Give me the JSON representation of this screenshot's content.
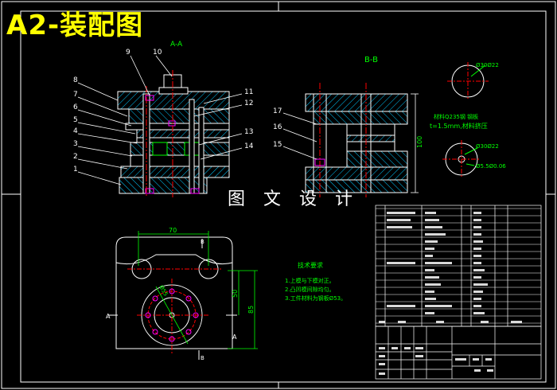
{
  "title": "A2-装配图",
  "watermark": "图 文 设 计",
  "section_labels": {
    "aa": "A-A",
    "bb": "B-B"
  },
  "part_callouts": [
    "1",
    "2",
    "3",
    "4",
    "5",
    "6",
    "7",
    "8",
    "9",
    "10",
    "11",
    "12",
    "13",
    "14",
    "15",
    "16",
    "17"
  ],
  "material_note": {
    "line1": "材料Q235钢 钢板",
    "line2": "t=1.5mm,材料挤压"
  },
  "detail_dims": {
    "top": "Ø30Ø22",
    "mid": "Ø30Ø22",
    "bot": "Ø5.5Ø0.06"
  },
  "view_dims": {
    "width": "70",
    "height1": "50",
    "height2": "85",
    "bb_height": "100",
    "angle": "Ø55"
  },
  "tech_req": {
    "title": "技术要求",
    "items": [
      "1.上模与下模对正。",
      "2.凸凹模间隙均匀。",
      "3.工件材料为钢板Ø53。"
    ]
  },
  "section_marks": {
    "a_left": "A",
    "a_right": "A",
    "b_top": "B",
    "b_bottom": "B"
  },
  "colors": {
    "background": "#000000",
    "outline": "#ffffff",
    "hatch": "#00ffff",
    "centerline": "#ff0000",
    "title": "#ffff00",
    "dimension": "#00ff00",
    "leader": "#ffffff",
    "magenta": "#ff00ff"
  }
}
